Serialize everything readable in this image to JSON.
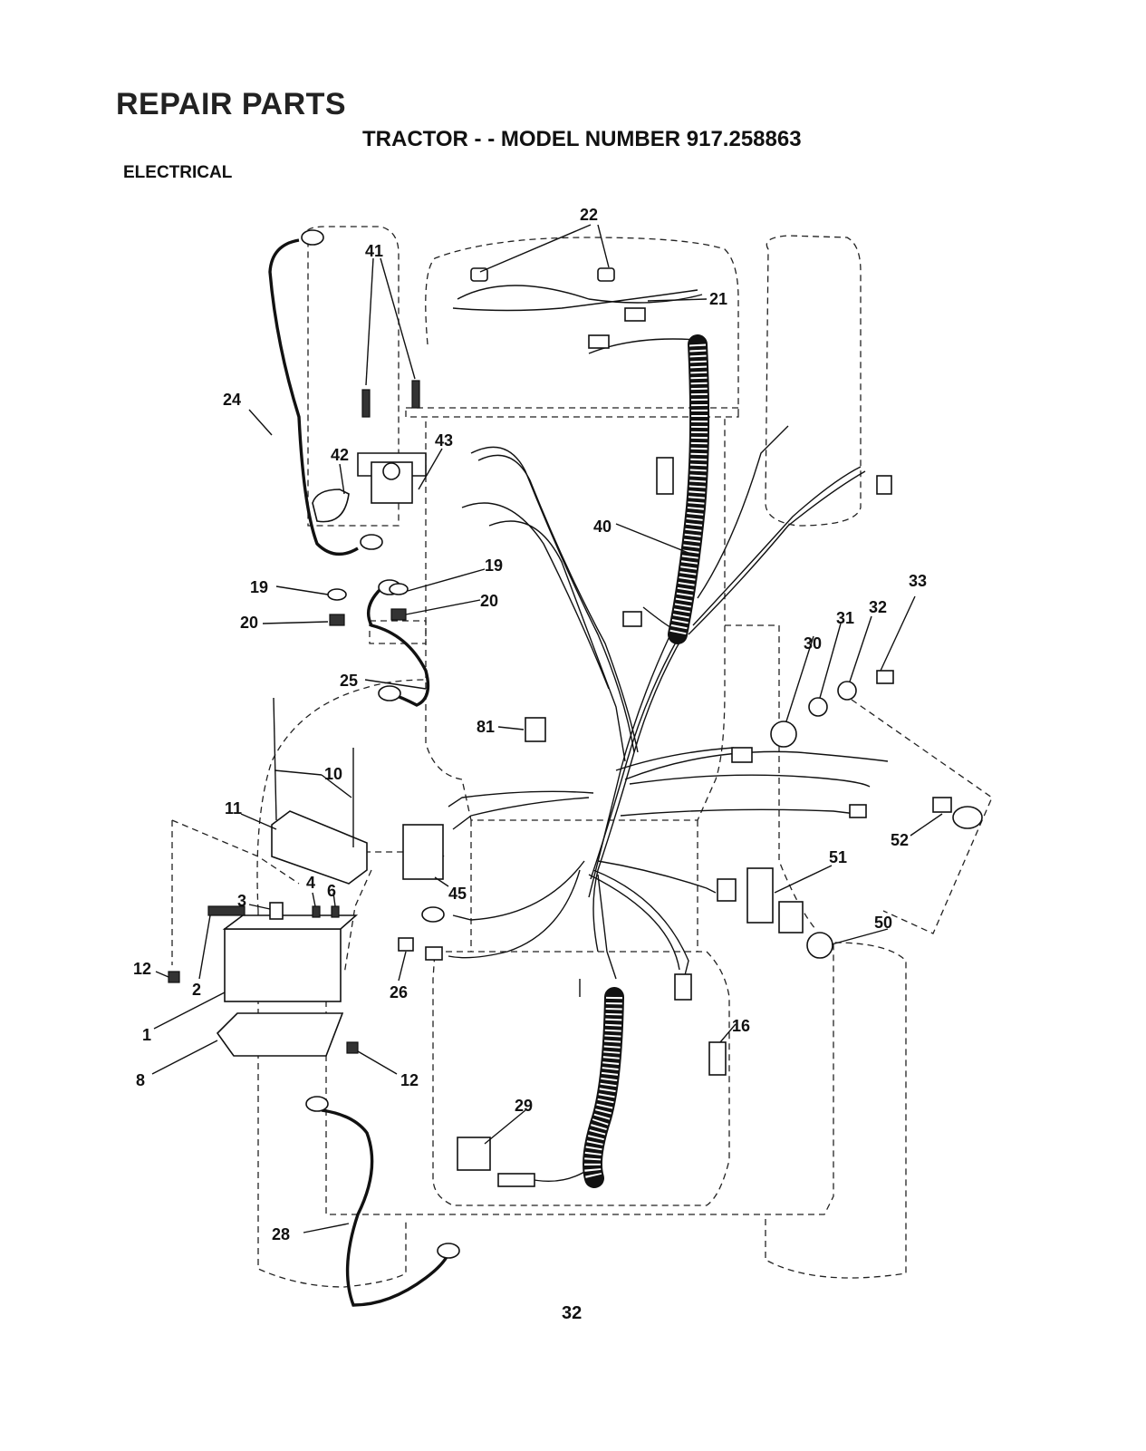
{
  "header": {
    "title": "REPAIR PARTS",
    "subtitle": "TRACTOR - - MODEL NUMBER 917.258863",
    "section": "ELECTRICAL"
  },
  "diagram": {
    "callouts": {
      "c22": "22",
      "c21": "21",
      "c41": "41",
      "c24": "24",
      "c42": "42",
      "c43": "43",
      "c40": "40",
      "c19a": "19",
      "c20a": "20",
      "c19b": "19",
      "c20b": "20",
      "c33": "33",
      "c32": "32",
      "c31": "31",
      "c30": "30",
      "c25": "25",
      "c81": "81",
      "c10": "10",
      "c11": "11",
      "c52": "52",
      "c51": "51",
      "c4": "4",
      "c6": "6",
      "c3": "3",
      "c45": "45",
      "c50": "50",
      "c12a": "12",
      "c2": "2",
      "c26": "26",
      "c1": "1",
      "c16": "16",
      "c8": "8",
      "c12b": "12",
      "c29": "29",
      "c28": "28"
    }
  },
  "footer": {
    "page_number": "32"
  }
}
